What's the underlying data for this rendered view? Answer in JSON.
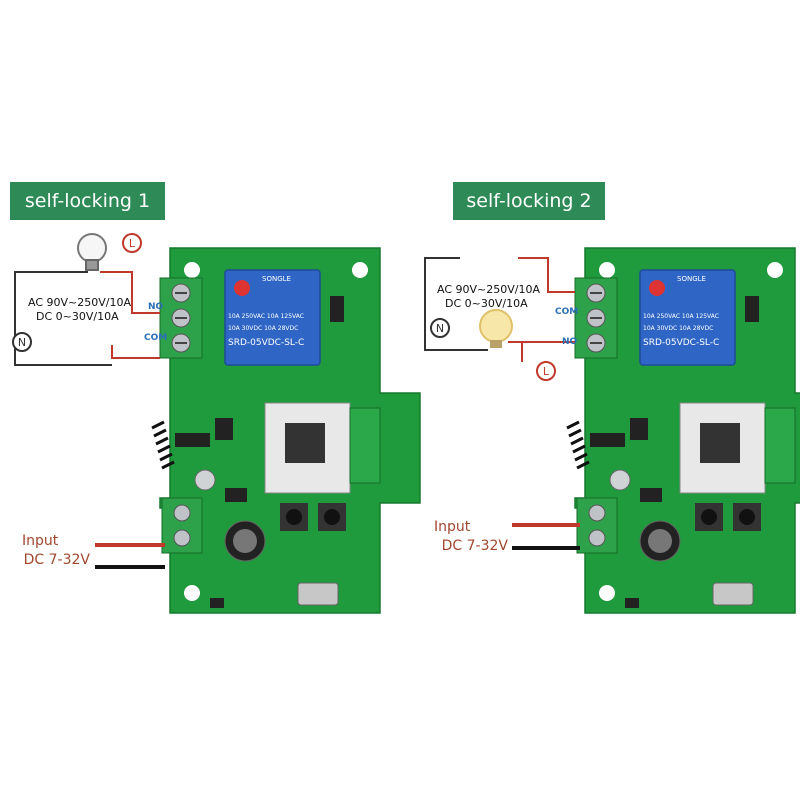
{
  "panels": [
    {
      "title": "self-locking 1",
      "ac_line1": "AC 90V~250V/10A",
      "ac_line2": "DC 0~30V/10A",
      "input_line1": "Input",
      "input_line2": "DC 7-32V",
      "terminal_top": "NO",
      "terminal_bottom": "COM",
      "neutral_symbol": "N",
      "live_symbol": "L",
      "relay_brand": "SONGLE",
      "relay_line1": "10A 250VAC   10A 125VAC",
      "relay_line2": "10A 30VDC   10A 28VDC",
      "relay_model": "SRD-05VDC-SL-C"
    },
    {
      "title": "self-locking 2",
      "ac_line1": "AC 90V~250V/10A",
      "ac_line2": "DC 0~30V/10A",
      "input_line1": "Input",
      "input_line2": "DC 7-32V",
      "terminal_top": "COM",
      "terminal_bottom": "NO",
      "neutral_symbol": "N",
      "live_symbol": "L",
      "relay_brand": "SONGLE",
      "relay_line1": "10A 250VAC   10A 125VAC",
      "relay_line2": "10A 30VDC   10A 28VDC",
      "relay_model": "SRD-05VDC-SL-C"
    }
  ],
  "colors": {
    "banner": "#2e8b57",
    "pcb": "#1f9a3c",
    "relay": "#2f66c6",
    "live_wire": "#c0392b",
    "input_text": "#a0472e"
  }
}
